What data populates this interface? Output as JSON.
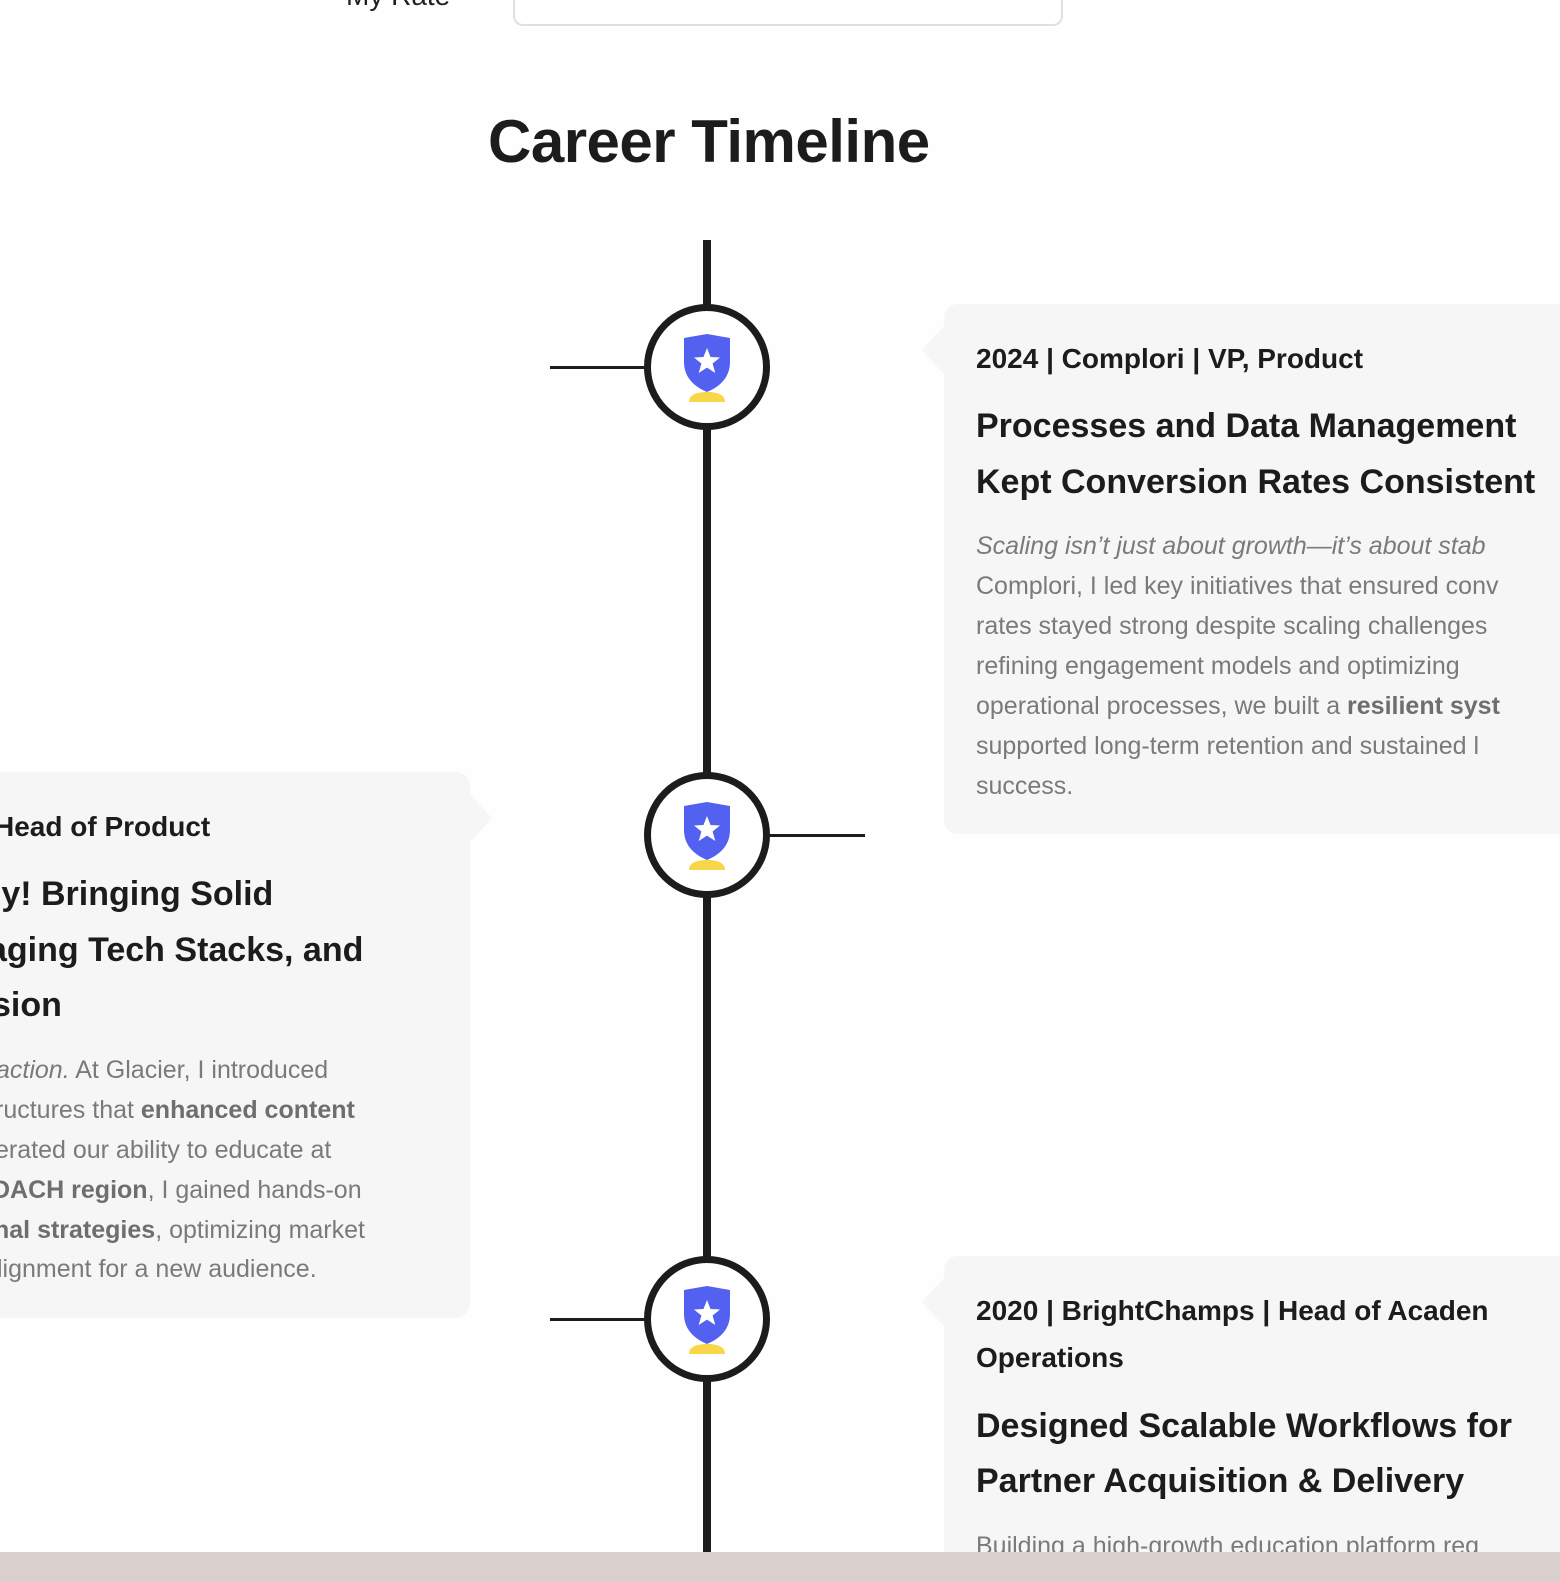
{
  "rate": {
    "label": "My Rate",
    "value": "———— ————"
  },
  "section_title": "Career Timeline",
  "colors": {
    "shield": "#5361f0",
    "base": "#f7d648",
    "line": "#1c1c1c",
    "card_bg": "#f6f6f6"
  },
  "milestones": [
    {
      "icon": "award-shield-icon",
      "meta": "2024 | Complori | VP, Product",
      "headline": [
        "Processes and Data Management",
        "Kept Conversion Rates Consistent"
      ],
      "body": [
        {
          "italic": "Scaling isn’t just about growth—it’s about stab"
        },
        {
          "pre": "Complori, I led key initiatives that ensured conv"
        },
        {
          "pre": "rates stayed strong despite scaling challenges"
        },
        {
          "pre": "refining engagement models and optimizing"
        },
        {
          "pre": "operational processes, we built a ",
          "bold": "resilient syst"
        },
        {
          "pre": "supported long-term retention and sustained l"
        },
        {
          "pre": "success."
        }
      ]
    },
    {
      "icon": "award-shield-icon",
      "meta": "Head of Product",
      "headline": [
        "-y! Bringing Solid",
        "aging Tech Stacks, and",
        "sion"
      ],
      "body": [
        {
          "italic": " action.",
          "post": " At Glacier, I introduced"
        },
        {
          "pre": "ructures that ",
          "bold": "enhanced content"
        },
        {
          "pre": "erated our ability to educate at"
        },
        {
          "bold": "DACH region",
          "post": ", I gained hands-on"
        },
        {
          "bold": "nal strategies",
          "post": ", optimizing market"
        },
        {
          "pre": "lignment for a new audience."
        }
      ]
    },
    {
      "icon": "award-shield-icon",
      "meta": [
        "2020 | BrightChamps | Head of Acaden",
        "Operations"
      ],
      "headline": [
        "Designed Scalable Workflows for",
        "Partner Acquisition & Delivery"
      ],
      "body": [
        {
          "pre": "Building a high-growth education platform req"
        }
      ]
    }
  ]
}
